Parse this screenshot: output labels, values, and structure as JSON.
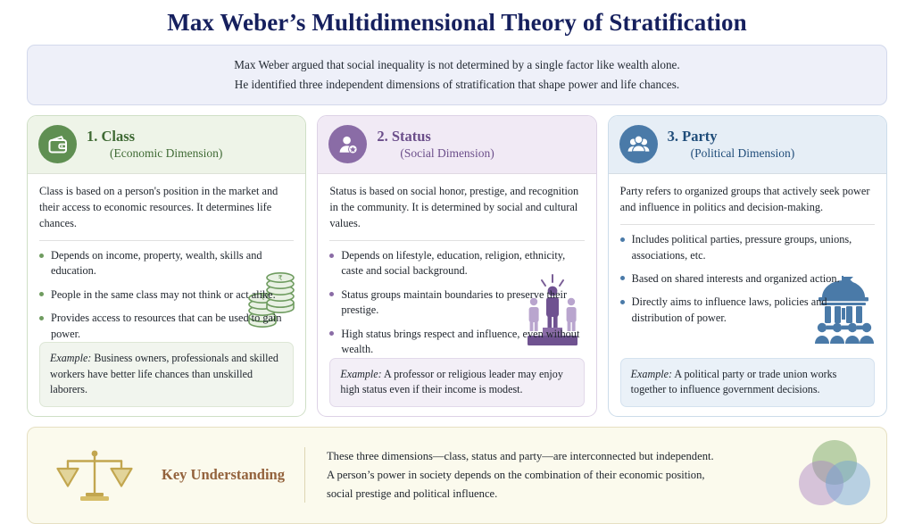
{
  "title": "Max Weber’s Multidimensional Theory of Stratification",
  "intro": {
    "line1": "Max Weber argued that social inequality is not determined by a single factor like wealth alone.",
    "line2": "He identified three independent dimensions of stratification that shape power and life chances."
  },
  "colors": {
    "title": "#16205e",
    "green": "#5f8f52",
    "purple": "#8a6ca6",
    "blue": "#4a7aa8",
    "key_label": "#93623c",
    "key_bg": "#fbfaed",
    "intro_bg": "#eef0f9"
  },
  "cards": [
    {
      "icon": "wallet-icon",
      "number_title": "1. Class",
      "subtitle": "(Economic Dimension)",
      "lead": "Class is based on a person's position in the market and their access to economic resources. It determines life chances.",
      "bullets": [
        "Depends on income, property, wealth, skills and education.",
        "People in the same class may not think or act alike.",
        "Provides access to resources that can be used to gain power."
      ],
      "example_label": "Example:",
      "example_text": " Business owners, professionals and skilled workers have better life chances than unskilled laborers.",
      "art": "coin-stacks-illustration"
    },
    {
      "icon": "person-star-icon",
      "number_title": "2. Status",
      "subtitle": "(Social Dimension)",
      "lead": "Status is based on social honor, prestige, and recognition in the community. It is determined by social and cultural values.",
      "bullets": [
        "Depends on lifestyle, education, religion, ethnicity, caste and social background.",
        "Status groups maintain boundaries to preserve their prestige.",
        "High status brings respect and influence, even without wealth."
      ],
      "example_label": "Example:",
      "example_text": " A professor or religious leader may enjoy high status even if their income is modest.",
      "art": "podium-winner-illustration"
    },
    {
      "icon": "people-group-icon",
      "number_title": "3. Party",
      "subtitle": "(Political Dimension)",
      "lead": "Party refers to organized groups that actively seek power and influence in politics and decision-making.",
      "bullets": [
        "Includes political parties, pressure groups, unions, associations, etc.",
        "Based on shared interests and organized action.",
        "Directly aims to influence laws, policies and distribution of power."
      ],
      "example_label": "Example:",
      "example_text": " A political party or trade union works together to influence government decisions.",
      "art": "government-building-illustration"
    }
  ],
  "key": {
    "icon": "scales-of-justice-icon",
    "label": "Key Understanding",
    "line1": "These three dimensions—class, status and party—are interconnected but independent.",
    "line2": "A person’s power in society depends on the combination of their economic position,",
    "line3": "social prestige and political influence.",
    "venn": "venn-diagram-three-circles"
  }
}
